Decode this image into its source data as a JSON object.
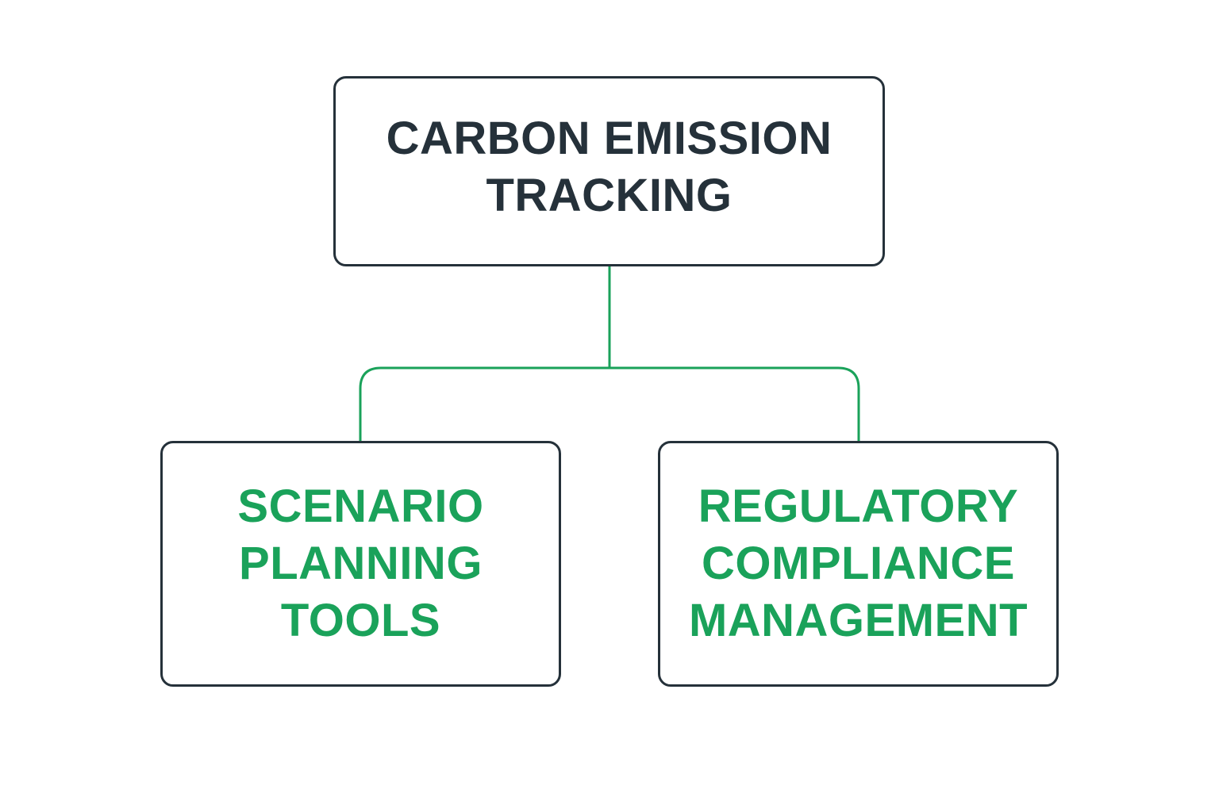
{
  "colors": {
    "border": "#25313a",
    "root_text": "#25313a",
    "child_text": "#1aa25a",
    "connector": "#1aa25a",
    "background": "#ffffff"
  },
  "nodes": {
    "root": {
      "label": "CARBON EMISSION\nTRACKING"
    },
    "left": {
      "label": "SCENARIO\nPLANNING\nTOOLS"
    },
    "right": {
      "label": "REGULATORY\nCOMPLIANCE\nMANAGEMENT"
    }
  }
}
